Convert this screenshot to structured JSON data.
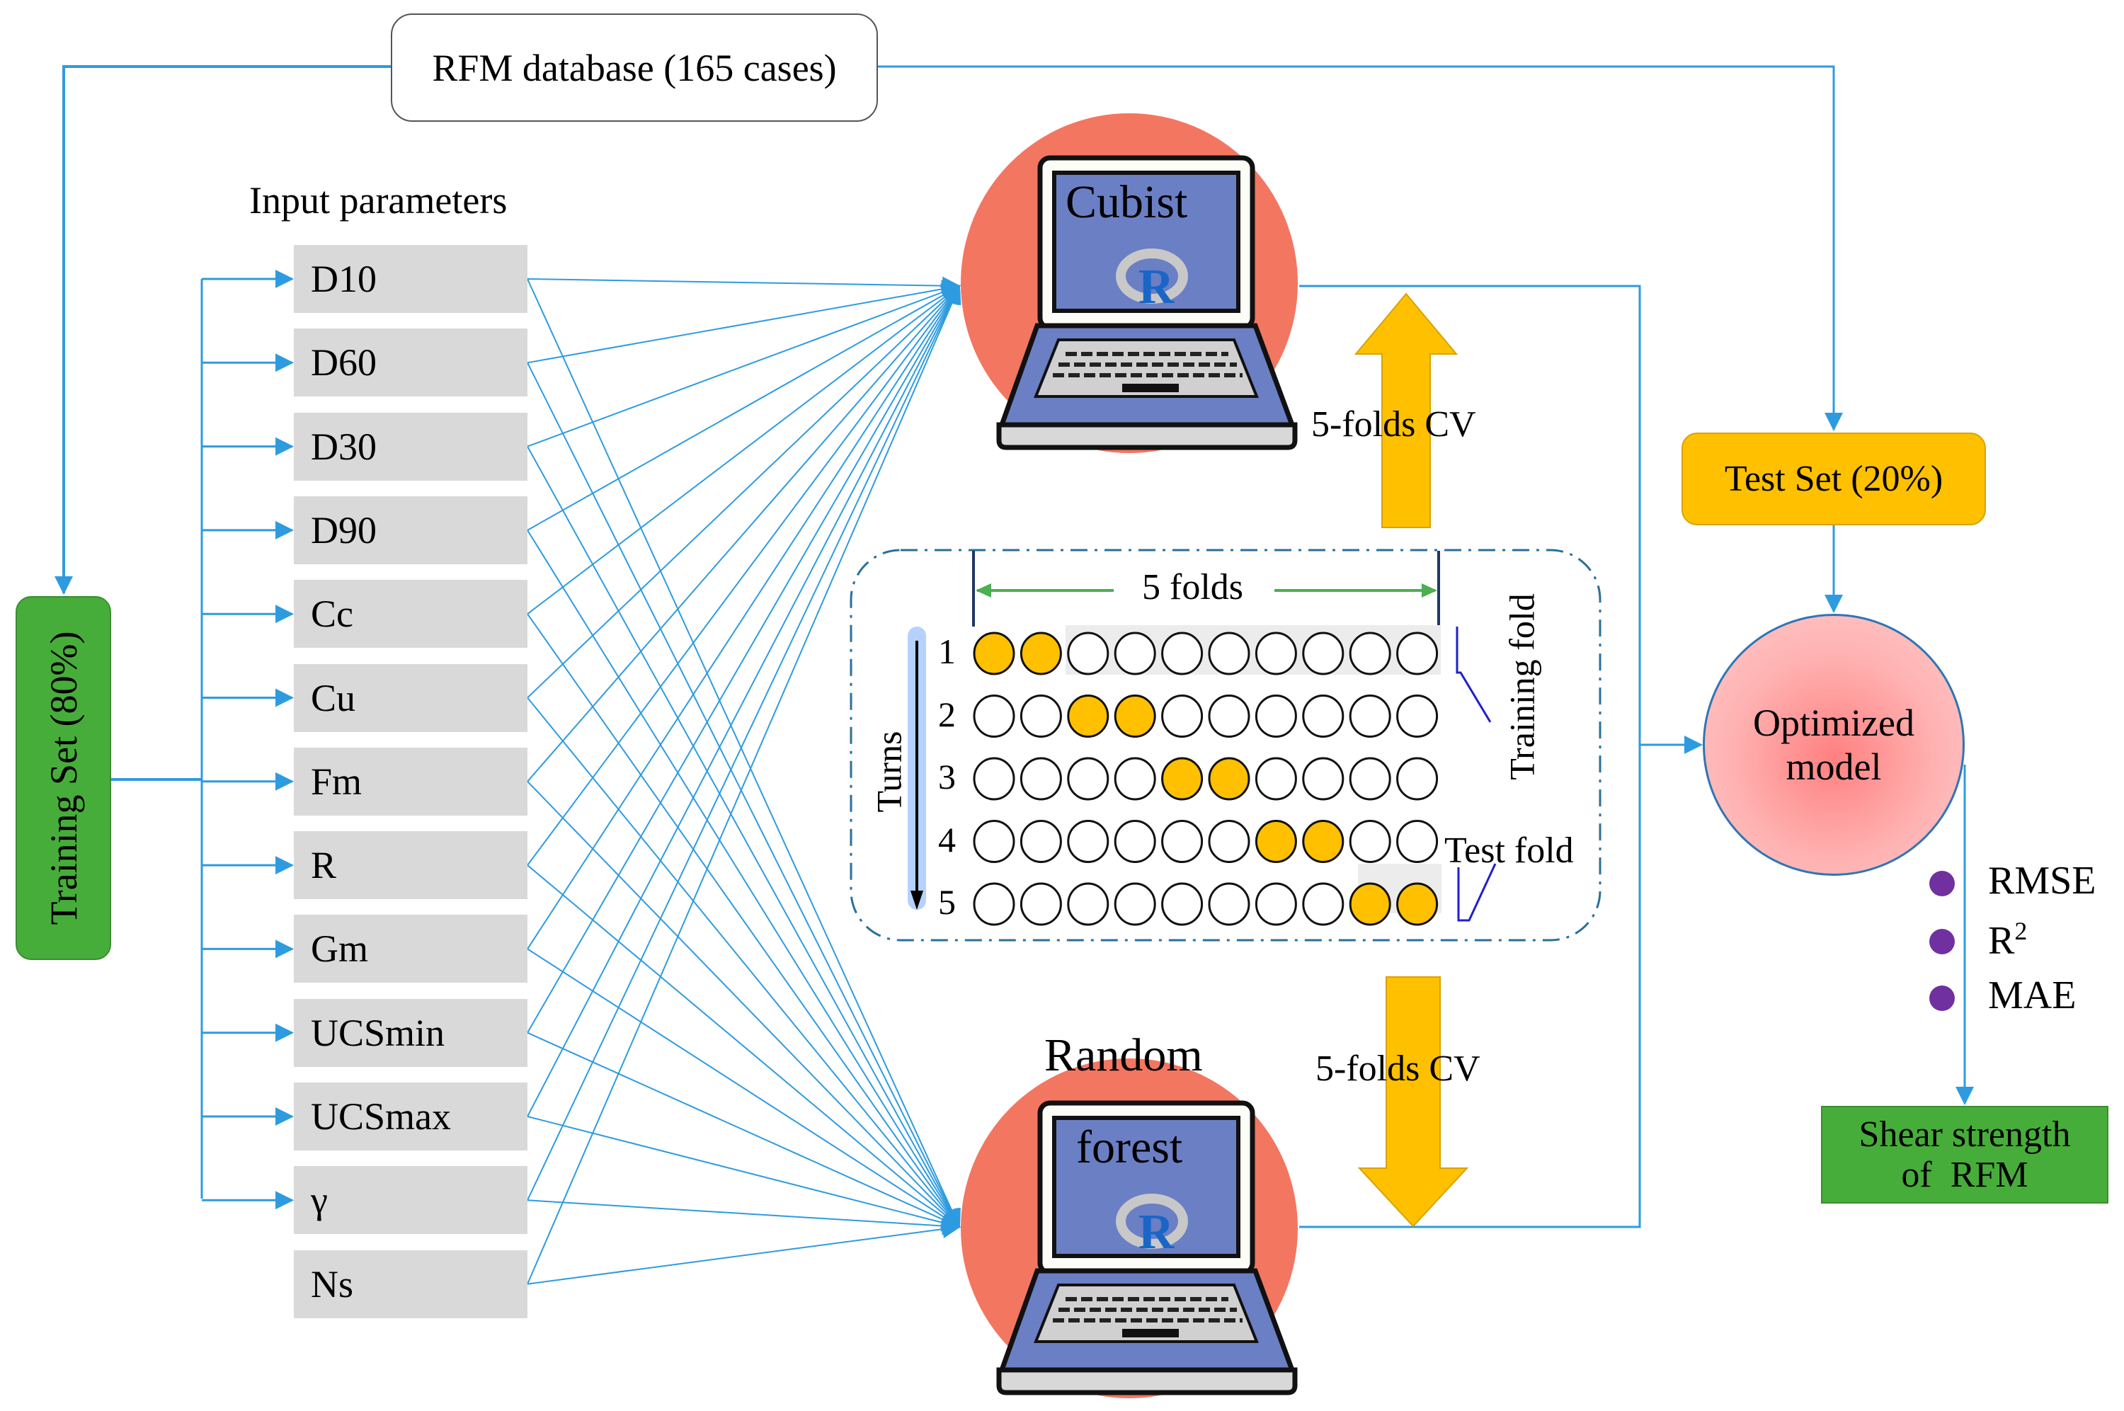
{
  "database": {
    "label": "RFM database (165 cases)"
  },
  "training_set": {
    "label": "Training Set (80%)"
  },
  "test_set": {
    "label": "Test Set (20%)"
  },
  "input_parameters": {
    "title": "Input parameters",
    "items": [
      "D10",
      "D60",
      "D30",
      "D90",
      "Cc",
      "Cu",
      "Fm",
      "R",
      "Gm",
      "UCSmin",
      "UCSmax",
      "γ",
      "Ns"
    ]
  },
  "models": [
    {
      "name": "Cubist",
      "line1": "Cubist",
      "line2": "",
      "logo": "R"
    },
    {
      "name": "Random forest",
      "line1": "Random",
      "line2": "forest",
      "logo": "R"
    }
  ],
  "cross_validation": {
    "upper_arrow_label": "5-folds CV",
    "lower_arrow_label": "5-folds CV",
    "folds_label": "5 folds",
    "turns_label": "Turns",
    "training_fold_label": "Training fold",
    "test_fold_label": "Test fold",
    "rows": [
      {
        "turn": "1",
        "test_positions": [
          1,
          2
        ]
      },
      {
        "turn": "2",
        "test_positions": [
          3,
          4
        ]
      },
      {
        "turn": "3",
        "test_positions": [
          5,
          6
        ]
      },
      {
        "turn": "4",
        "test_positions": [
          7,
          8
        ]
      },
      {
        "turn": "5",
        "test_positions": [
          9,
          10
        ]
      }
    ],
    "circles_per_row": 10
  },
  "optimized_model": {
    "line1": "Optimized",
    "line2": "model"
  },
  "metrics": [
    {
      "label": "RMSE",
      "sup": ""
    },
    {
      "label": "R",
      "sup": "2"
    },
    {
      "label": "MAE",
      "sup": ""
    }
  ],
  "output": {
    "line1": "Shear strength",
    "line2": "of  RFM"
  },
  "colors": {
    "connector": "#2e9be0",
    "training_green": "#47ad3a",
    "test_yellow": "#ffc000",
    "model_circle": "#f37661",
    "screen_blue": "#6b7fc4",
    "metric_purple": "#7030a0",
    "fold_arrow_green": "#4caf50"
  }
}
